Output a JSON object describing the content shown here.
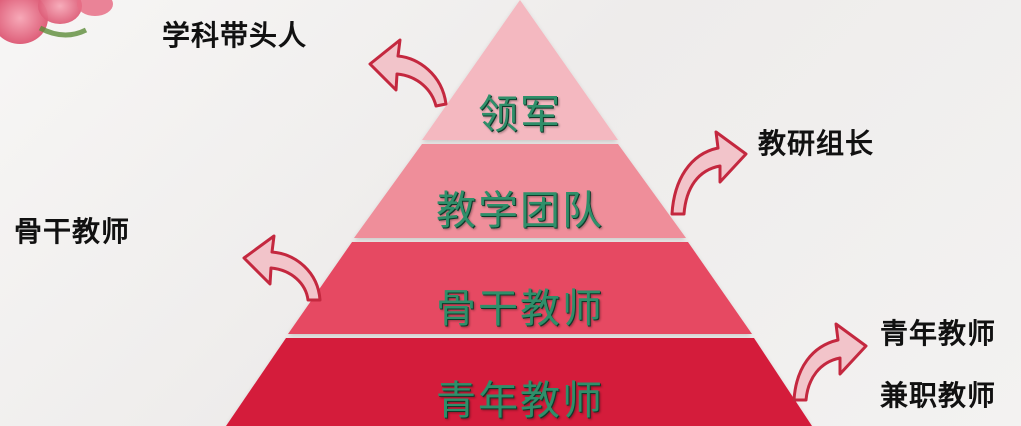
{
  "pyramid": {
    "tiers": [
      {
        "label": "领军",
        "color": "#f4b8c0"
      },
      {
        "label": "教学团队",
        "color": "#ef8e9a"
      },
      {
        "label": "骨干教师",
        "color": "#e64a62"
      },
      {
        "label": "青年教师",
        "color": "#d41a3a"
      }
    ]
  },
  "side_labels": {
    "leader": "学科带头人",
    "research_head": "教研组长",
    "backbone": "骨干教师",
    "young": "青年教师",
    "part_time": "兼职教师"
  },
  "colors": {
    "arrow_fill": "#f2c4ca",
    "arrow_stroke": "#c4283f",
    "tier_text": "#2f8f6a"
  }
}
